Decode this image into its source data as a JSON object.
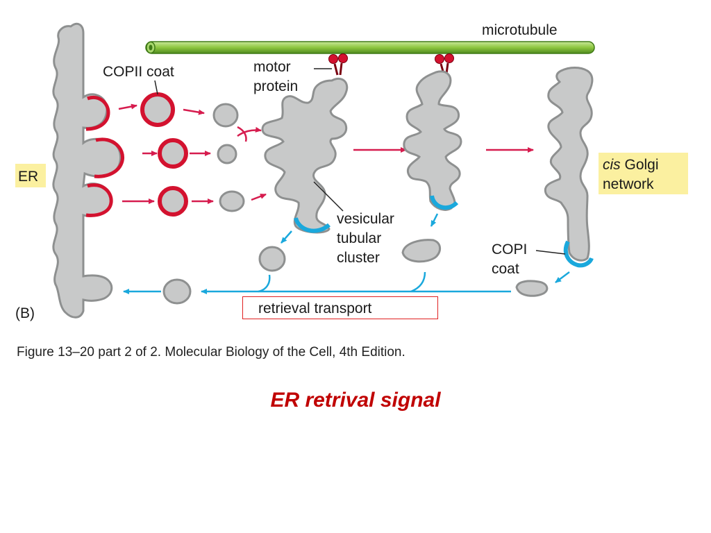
{
  "diagram": {
    "panel_label": "(B)",
    "labels": {
      "microtubule": "microtubule",
      "copii_coat": "COPII coat",
      "motor_line1": "motor",
      "motor_line2": "protein",
      "er": "ER",
      "cis_word": "cis",
      "golgi_word": " Golgi",
      "network": "network",
      "vtc_line1": "vesicular",
      "vtc_line2": "tubular",
      "vtc_line3": "cluster",
      "copi_line1": "COPI",
      "copi_line2": "coat",
      "retrieval": "retrieval transport"
    },
    "colors": {
      "membrane": "#c8c9c9",
      "membrane_outline": "#8e9090",
      "copii": "#d3122f",
      "copi": "#1aa8dc",
      "anterograde_arrow": "#d61c4e",
      "retrograde_arrow": "#1aa8dc",
      "microtubule": "#8dc63f",
      "highlight": "#fbf0a0",
      "box_border": "#e02020"
    }
  },
  "caption": "Figure 13–20 part 2 of 2. Molecular Biology of the Cell, 4th Edition.",
  "slide_title": "ER retrival signal"
}
